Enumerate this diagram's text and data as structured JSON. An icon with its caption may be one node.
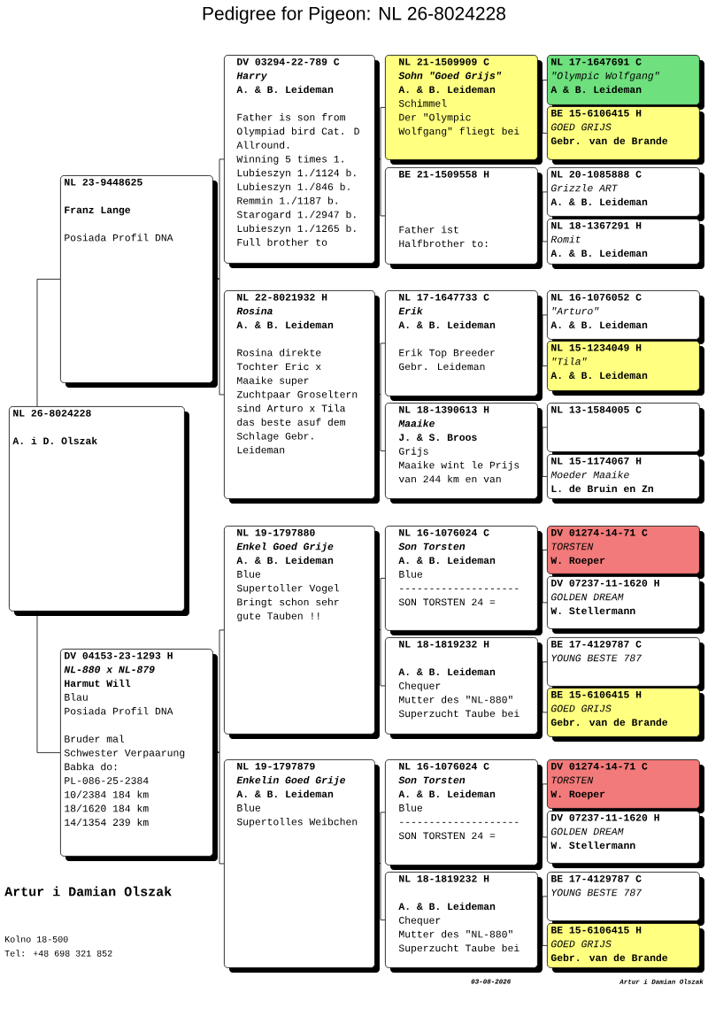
{
  "diagram": {
    "title": "Pedigree for Pigeon: NL 26-8024228",
    "nodes": [
      {
        "text": [
          "NL 26-8024228",
          "A. i D. Olszak"
        ]
      },
      {
        "text": [
          "NL 23-9448625",
          "Franz Lange",
          "Posiada Profil DNA"
        ]
      },
      {
        "text": [
          "DV 04153-23-1293 H",
          "NL-880 x NL-879",
          "Harmut Will",
          "Blau",
          "Posiada Profil DNA",
          "Bruder mal",
          "Schwester Verpaarung",
          "Babka do:",
          "PL-086-25-2384",
          "10/2384 184 km",
          "18/1620 184 km",
          "14/1354 239 km"
        ]
      },
      {
        "text": [
          "DV 03294-22-789 C",
          "Harry",
          "A. & B. Leideman",
          "Father is son from Olympiad bird Cat. D Allround.",
          "Winning 5 times 1.",
          "Lubieszyn 1./1124 b.",
          "Lubieszyn 1./846 b.",
          "Remmin 1./1187 b.",
          "Starogard 1./2947 b.",
          "Lubieszyn 1./1265 b.",
          "Full brother to"
        ]
      },
      {
        "text": [
          "NL 22-8021932 H",
          "Rosina",
          "A. & B. Leideman",
          "Rosina direkte Tochter Eric x Maaike super Zuchtpaar Groseltern sind Arturo x Tila das beste asuf dem Schlage Gebr. Leideman"
        ]
      },
      {
        "text": [
          "NL 19-1797880",
          "Enkel Goed Grije",
          "A. & B. Leideman",
          "Blue",
          "Supertoller Vogel Bringt schon sehr gute Tauben !!"
        ]
      },
      {
        "text": [
          "NL 19-1797879",
          "Enkelin Goed Grije",
          "A. & B. Leideman",
          "Blue",
          "Supertolles Weibchen"
        ]
      },
      {
        "text": [
          "NL 21-1509909 C",
          "Sohn \"Goed Grijs\"",
          "A. & B. Leideman",
          "Schimmel",
          "Der \"Olympic Wolfgang\" fliegt bei"
        ]
      },
      {
        "text": [
          "BE 21-1509558 H",
          "Father ist Halfbrother to:"
        ]
      },
      {
        "text": [
          "NL 17-1647733 C",
          "Erik",
          "A. & B. Leideman",
          "Erik Top Breeder Gebr. Leideman"
        ]
      },
      {
        "text": [
          "NL 18-1390613 H",
          "Maaike",
          "J. & S. Broos",
          "Grijs",
          "Maaike wint le Prijs van 244 km en van"
        ]
      },
      {
        "text": [
          "NL 16-1076024 C",
          "Son Torsten",
          "A. & B. Leideman",
          "Blue",
          "--------------------",
          "SON TORSTEN 24 ="
        ]
      },
      {
        "text": [
          "NL 18-1819232 H",
          "A. & B. Leideman",
          "Chequer",
          "Mutter des \"NL-880\" Superzucht Taube bei"
        ]
      },
      {
        "text": [
          "NL 16-1076024 C",
          "Son Torsten",
          "A. & B. Leideman",
          "Blue",
          "--------------------",
          "SON TORSTEN 24 ="
        ]
      },
      {
        "text": [
          "NL 18-1819232 H",
          "A. & B. Leideman",
          "Chequer",
          "Mutter des \"NL-880\" Superzucht Taube bei"
        ]
      },
      {
        "text": [
          "NL 17-1647691 C",
          "\"Olympic Wolfgang\"",
          "A & B. Leideman"
        ]
      },
      {
        "text": [
          "BE 15-6106415 H",
          "GOED GRIJS",
          "Gebr. van de Brande"
        ]
      },
      {
        "text": [
          "NL 20-1085888 C",
          "Grizzle ART",
          "A. & B. Leideman"
        ]
      },
      {
        "text": [
          "NL 18-1367291 H",
          "Romit",
          "A. & B. Leideman"
        ]
      },
      {
        "text": [
          "NL 16-1076052 C",
          "\"Arturo\"",
          "A. & B. Leideman"
        ]
      },
      {
        "text": [
          "NL 15-1234049 H",
          "\"Tila\"",
          "A. & B. Leideman"
        ]
      },
      {
        "text": [
          "NL 13-1584005 C"
        ]
      },
      {
        "text": [
          "NL 15-1174067 H",
          "Moeder Maaike",
          "L. de Bruin en Zn"
        ]
      },
      {
        "text": [
          "DV 01274-14-71 C",
          "TORSTEN",
          "W. Roeper"
        ]
      },
      {
        "text": [
          "DV 07237-11-1620 H",
          "GOLDEN DREAM",
          "W. Stellermann"
        ]
      },
      {
        "text": [
          "BE 17-4129787 C",
          "YOUNG BESTE 787"
        ]
      },
      {
        "text": [
          "BE 15-6106415 H",
          "GOED GRIJS",
          "Gebr. van de Brande"
        ]
      },
      {
        "text": [
          "DV 01274-14-71 C",
          "TORSTEN",
          "W. Roeper"
        ]
      },
      {
        "text": [
          "DV 07237-11-1620 H",
          "GOLDEN DREAM",
          "W. Stellermann"
        ]
      },
      {
        "text": [
          "BE 17-4129787 C",
          "YOUNG BESTE 787"
        ]
      },
      {
        "text": [
          "BE 15-6106415 H",
          "GOED GRIJS",
          "Gebr. van de Brande"
        ]
      }
    ],
    "edges": [
      {
        "from": 0,
        "to": 1,
        "arrow": "none"
      },
      {
        "from": 0,
        "to": 2,
        "arrow": "none"
      },
      {
        "from": 1,
        "to": 3,
        "arrow": "none"
      },
      {
        "from": 1,
        "to": 4,
        "arrow": "none"
      },
      {
        "from": 2,
        "to": 5,
        "arrow": "none"
      },
      {
        "from": 2,
        "to": 6,
        "arrow": "none"
      },
      {
        "from": 3,
        "to": 7,
        "arrow": "none"
      },
      {
        "from": 3,
        "to": 8,
        "arrow": "none"
      },
      {
        "from": 4,
        "to": 9,
        "arrow": "none"
      },
      {
        "from": 4,
        "to": 10,
        "arrow": "none"
      },
      {
        "from": 5,
        "to": 11,
        "arrow": "none"
      },
      {
        "from": 5,
        "to": 12,
        "arrow": "none"
      },
      {
        "from": 6,
        "to": 13,
        "arrow": "none"
      },
      {
        "from": 6,
        "to": 14,
        "arrow": "none"
      },
      {
        "from": 7,
        "to": 15,
        "arrow": "none"
      },
      {
        "from": 7,
        "to": 16,
        "arrow": "none"
      },
      {
        "from": 8,
        "to": 17,
        "arrow": "none"
      },
      {
        "from": 8,
        "to": 18,
        "arrow": "none"
      },
      {
        "from": 9,
        "to": 19,
        "arrow": "none"
      },
      {
        "from": 9,
        "to": 20,
        "arrow": "none"
      },
      {
        "from": 10,
        "to": 21,
        "arrow": "none"
      },
      {
        "from": 10,
        "to": 22,
        "arrow": "none"
      },
      {
        "from": 11,
        "to": 23,
        "arrow": "none"
      },
      {
        "from": 11,
        "to": 24,
        "arrow": "none"
      },
      {
        "from": 12,
        "to": 25,
        "arrow": "none"
      },
      {
        "from": 12,
        "to": 26,
        "arrow": "none"
      },
      {
        "from": 13,
        "to": 27,
        "arrow": "none"
      },
      {
        "from": 13,
        "to": 28,
        "arrow": "none"
      },
      {
        "from": 14,
        "to": 29,
        "arrow": "none"
      },
      {
        "from": 14,
        "to": 30,
        "arrow": "none"
      }
    ],
    "labels": [
      "Artur i Damian Olszak",
      "Kolno 18-500",
      "Tel: +48 698 321 852",
      "03-08-2026",
      "Artur i Damian Olszak"
    ]
  }
}
